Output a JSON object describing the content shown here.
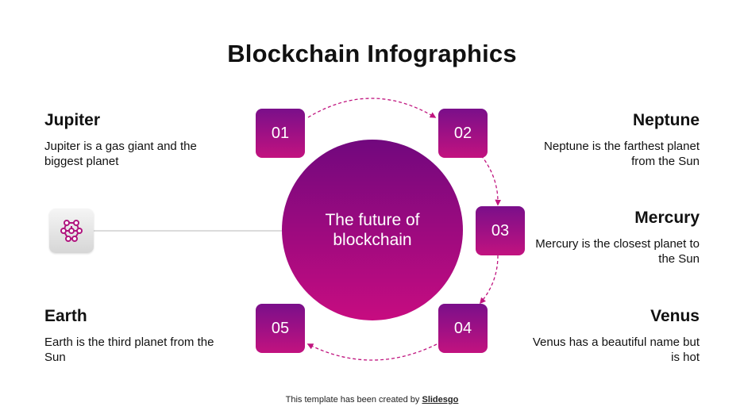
{
  "title": "Blockchain Infographics",
  "center": "The future of blockchain",
  "badges": [
    "01",
    "02",
    "03",
    "04",
    "05"
  ],
  "items": {
    "jupiter": {
      "title": "Jupiter",
      "text": "Jupiter is a gas giant and the biggest planet"
    },
    "neptune": {
      "title": "Neptune",
      "text": "Neptune is the farthest planet from the Sun"
    },
    "mercury": {
      "title": "Mercury",
      "text": "Mercury is the closest planet to the Sun"
    },
    "earth": {
      "title": "Earth",
      "text": "Earth is the third planet from the Sun"
    },
    "venus": {
      "title": "Venus",
      "text": "Venus has a beautiful name but is hot"
    }
  },
  "footer": {
    "prefix": "This template has been created by",
    "brand": "Slidesgo"
  },
  "colors": {
    "accent_top": "#71087e",
    "accent_bottom": "#c70c80",
    "arrow": "#c0157f"
  },
  "icon": "blockchain-network-icon"
}
